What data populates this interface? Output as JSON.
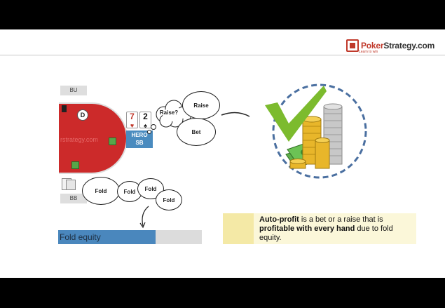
{
  "brand": {
    "name_part1": "Poker",
    "name_part2": "Strategy.com",
    "tagline": "Learn to win"
  },
  "table": {
    "seat_bu": "BU",
    "seat_bb": "BB",
    "dealer_button": "D",
    "watermark": "rstrategy.com",
    "hero": {
      "card1_rank": "7",
      "card1_suit": "♥",
      "card2_rank": "2",
      "card2_suit": "♠",
      "label": "HERO",
      "position": "SB"
    }
  },
  "bubbles": {
    "think": "Raise?",
    "raise": "Raise",
    "bet": "Bet",
    "fold_main": "Fold",
    "fold_a": "Fold",
    "fold_b": "Fold",
    "fold_c": "Fold"
  },
  "fold_equity": {
    "label": "Fold equity",
    "fill_fraction": 0.68
  },
  "callout": {
    "part1_bold": "Auto-profit",
    "part2": " is a bet or a raise that is ",
    "part3_bold": "profitable with every hand",
    "part4": " due to fold equity."
  },
  "colors": {
    "felt": "#cc2a2a",
    "check": "#7cbb2e",
    "dashed_circle": "#4a6fa0",
    "bar_fill": "#4a87bd",
    "brand_red": "#c0392b"
  },
  "icons": [
    "checkmark-icon",
    "coins-icon",
    "cash-icon",
    "lightbulb-icon",
    "arrow-icon"
  ]
}
